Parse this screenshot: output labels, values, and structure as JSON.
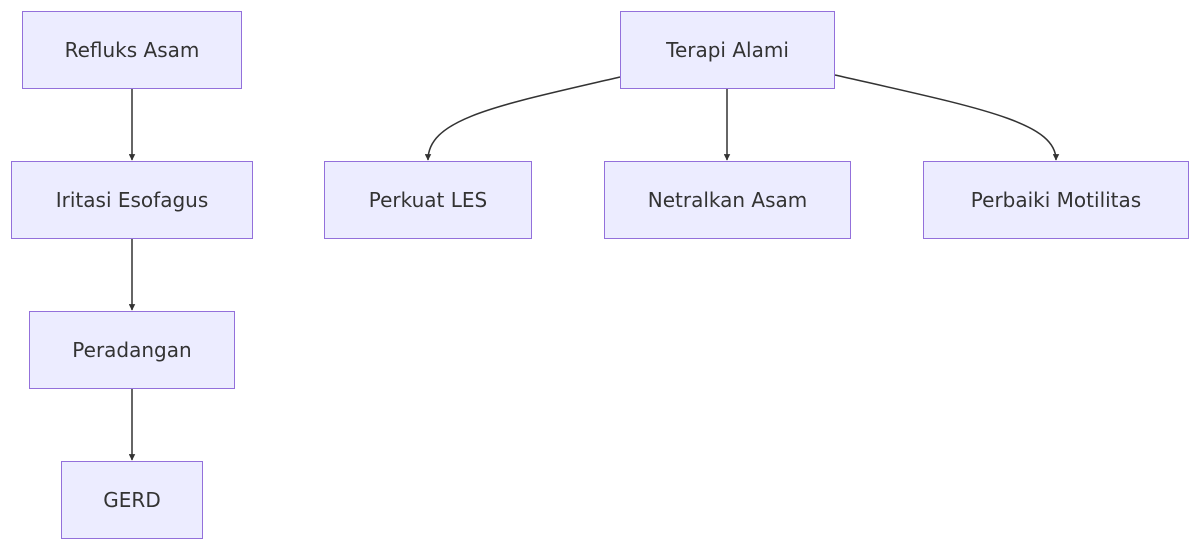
{
  "nodes": {
    "refluks_asam": "Refluks Asam",
    "iritasi_esofagus": "Iritasi Esofagus",
    "peradangan": "Peradangan",
    "gerd": "GERD",
    "terapi_alami": "Terapi Alami",
    "perkuat_les": "Perkuat LES",
    "netralkan_asam": "Netralkan Asam",
    "perbaiki_motilitas": "Perbaiki Motilitas"
  },
  "colors": {
    "node_fill": "#ececff",
    "node_border": "#9370db",
    "edge": "#333333",
    "text": "#333333"
  }
}
